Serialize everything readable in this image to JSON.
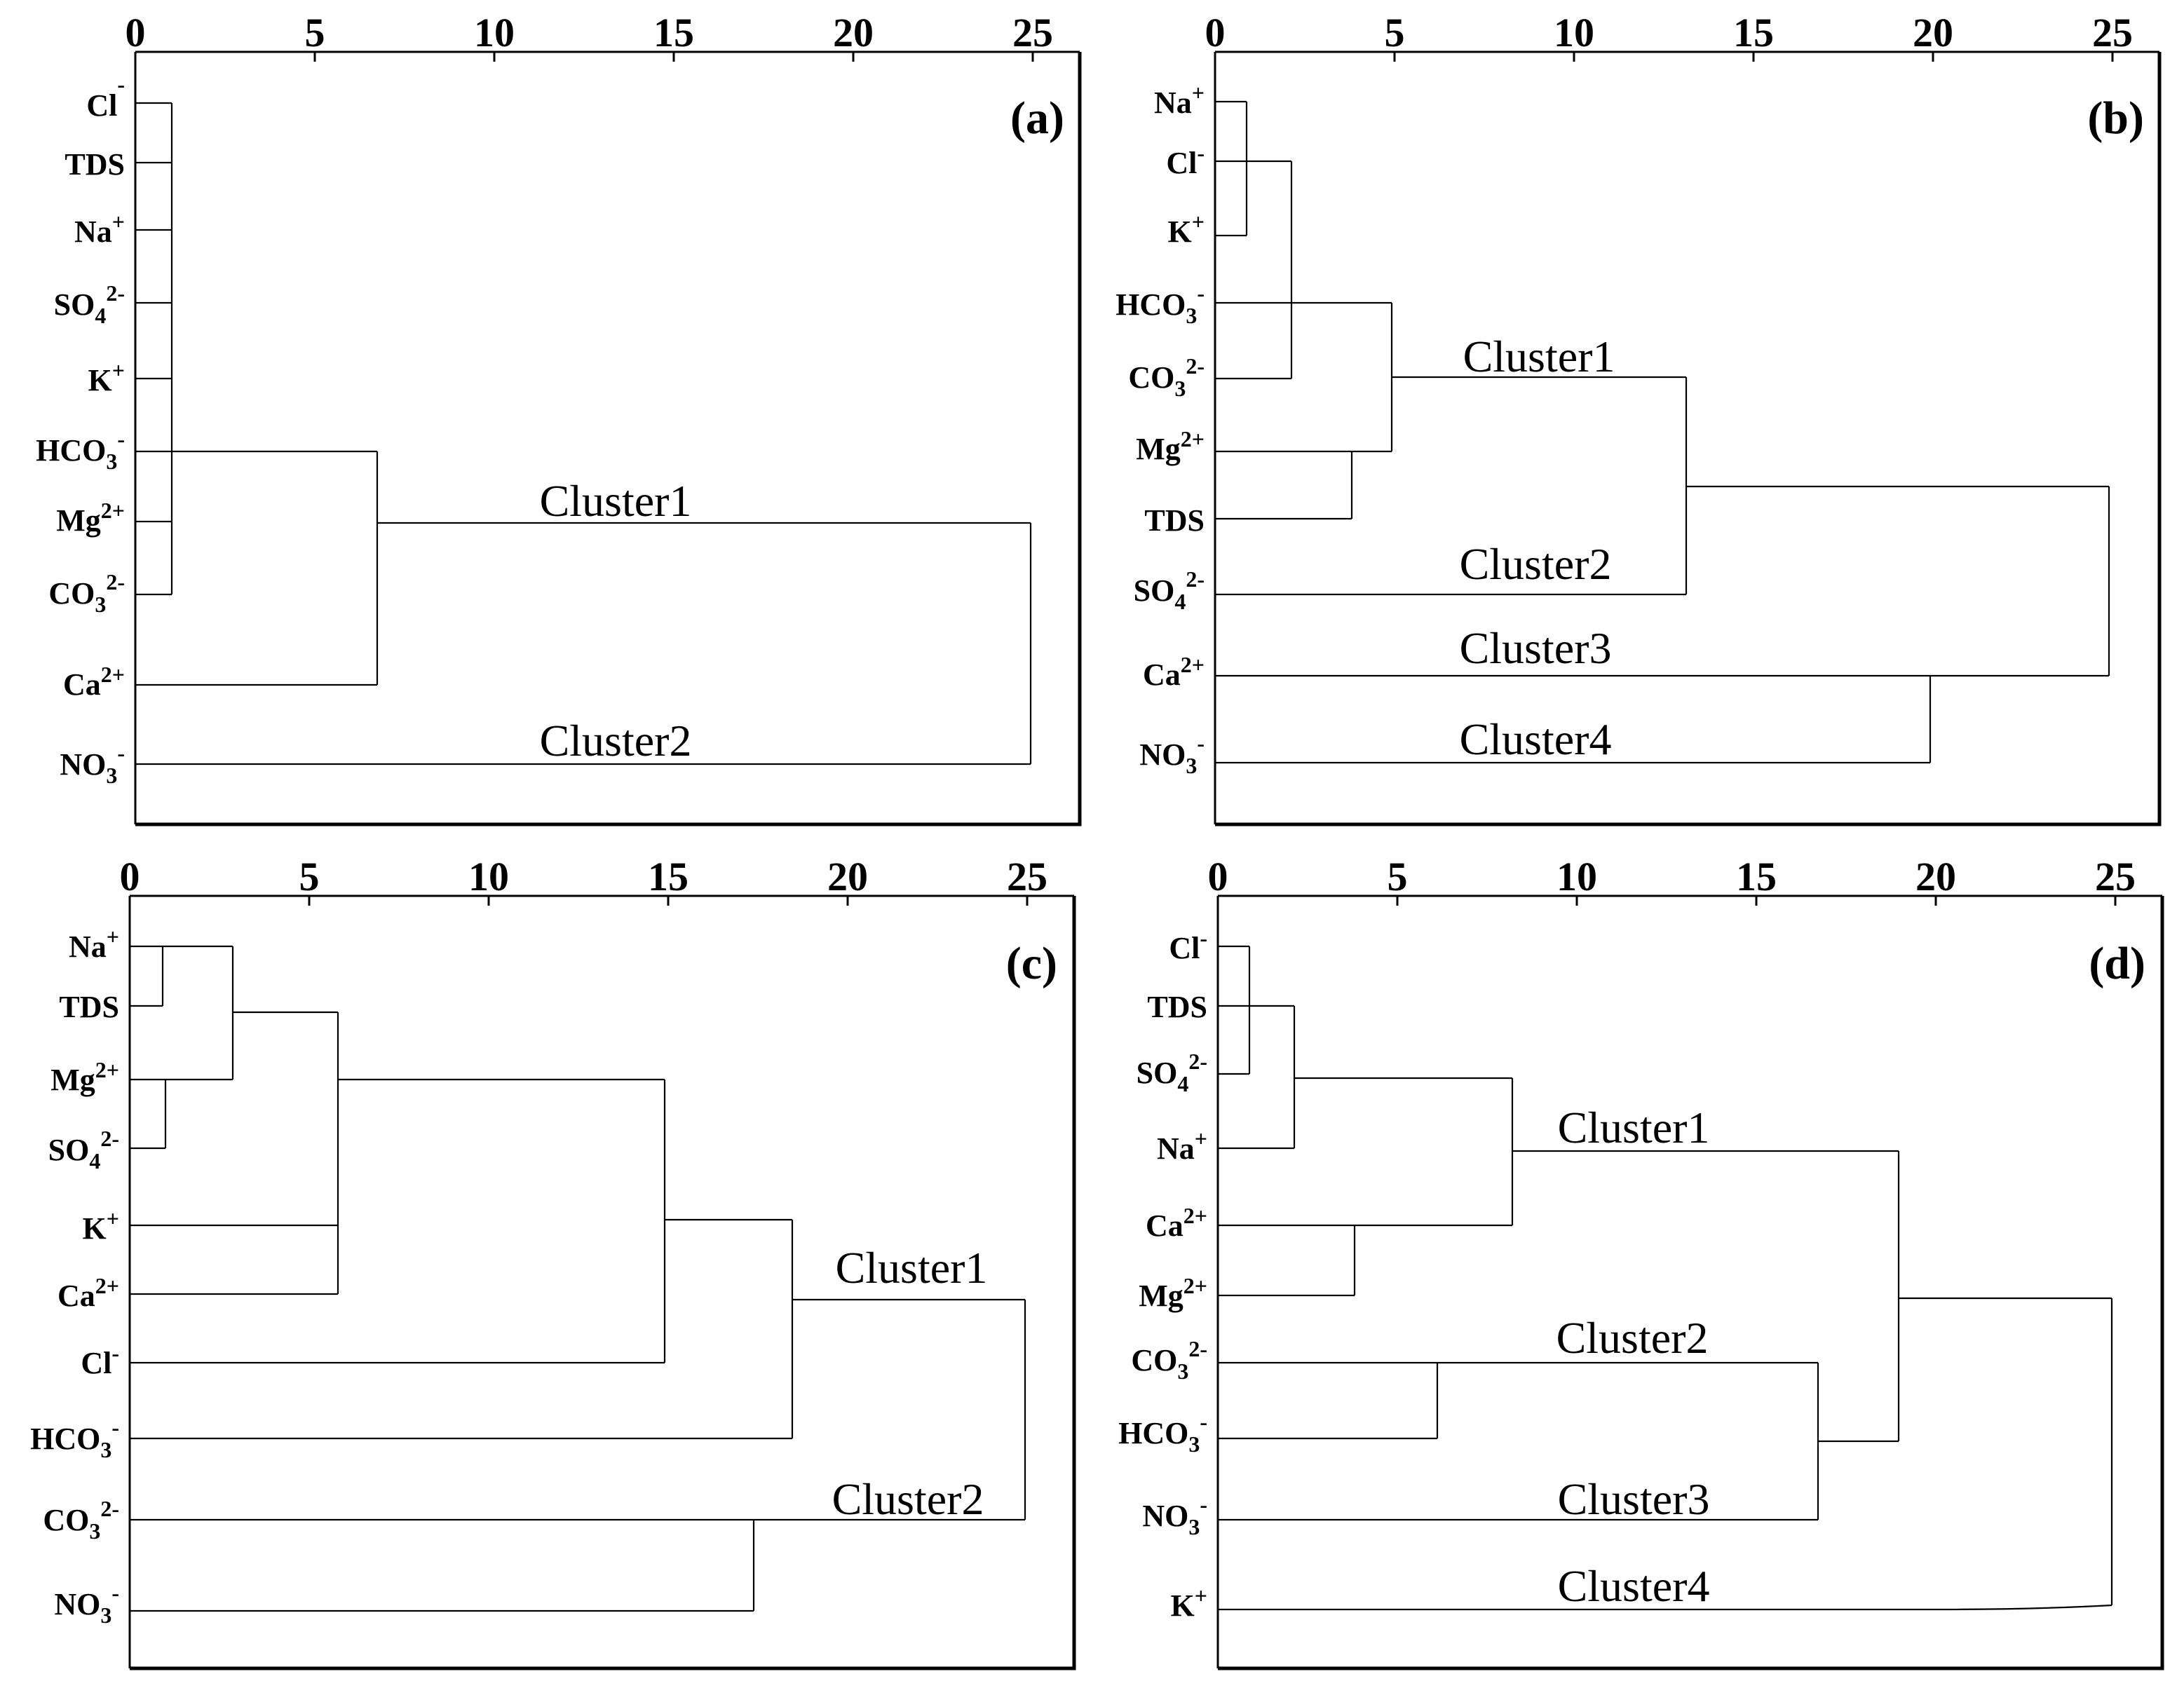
{
  "axis_ticks": [
    "0",
    "5",
    "10",
    "15",
    "20",
    "25"
  ],
  "panels": [
    {
      "tag": "(a)",
      "labels": [
        {
          "base": "Cl",
          "sub": "",
          "sup": "-"
        },
        {
          "base": "TDS",
          "sub": "",
          "sup": ""
        },
        {
          "base": "Na",
          "sub": "",
          "sup": "+"
        },
        {
          "base": "SO",
          "sub": "4",
          "sup": "2-"
        },
        {
          "base": "K",
          "sub": "",
          "sup": "+"
        },
        {
          "base": "HCO",
          "sub": "3",
          "sup": "-"
        },
        {
          "base": "Mg",
          "sub": "",
          "sup": "2+"
        },
        {
          "base": "CO",
          "sub": "3",
          "sup": "2-"
        },
        {
          "base": "Ca",
          "sub": "",
          "sup": "2+"
        },
        {
          "base": "NO",
          "sub": "3",
          "sup": "-"
        }
      ],
      "clusters": [
        "Cluster1",
        "Cluster2"
      ]
    },
    {
      "tag": "(b)",
      "labels": [
        {
          "base": "Na",
          "sub": "",
          "sup": "+"
        },
        {
          "base": "Cl",
          "sub": "",
          "sup": "-"
        },
        {
          "base": "K",
          "sub": "",
          "sup": "+"
        },
        {
          "base": "HCO",
          "sub": "3",
          "sup": "-"
        },
        {
          "base": "CO",
          "sub": "3",
          "sup": "2-"
        },
        {
          "base": "Mg",
          "sub": "",
          "sup": "2+"
        },
        {
          "base": "TDS",
          "sub": "",
          "sup": ""
        },
        {
          "base": "SO",
          "sub": "4",
          "sup": "2-"
        },
        {
          "base": "Ca",
          "sub": "",
          "sup": "2+"
        },
        {
          "base": "NO",
          "sub": "3",
          "sup": "-"
        }
      ],
      "clusters": [
        "Cluster1",
        "Cluster2",
        "Cluster3",
        "Cluster4"
      ]
    },
    {
      "tag": "(c)",
      "labels": [
        {
          "base": "Na",
          "sub": "",
          "sup": "+"
        },
        {
          "base": "TDS",
          "sub": "",
          "sup": ""
        },
        {
          "base": "Mg",
          "sub": "",
          "sup": "2+"
        },
        {
          "base": "SO",
          "sub": "4",
          "sup": "2-"
        },
        {
          "base": "K",
          "sub": "",
          "sup": "+"
        },
        {
          "base": "Ca",
          "sub": "",
          "sup": "2+"
        },
        {
          "base": "Cl",
          "sub": "",
          "sup": "-"
        },
        {
          "base": "HCO",
          "sub": "3",
          "sup": "-"
        },
        {
          "base": "CO",
          "sub": "3",
          "sup": "2-"
        },
        {
          "base": "NO",
          "sub": "3",
          "sup": "-"
        }
      ],
      "clusters": [
        "Cluster1",
        "Cluster2"
      ]
    },
    {
      "tag": "(d)",
      "labels": [
        {
          "base": "Cl",
          "sub": "",
          "sup": "-"
        },
        {
          "base": "TDS",
          "sub": "",
          "sup": ""
        },
        {
          "base": "SO",
          "sub": "4",
          "sup": "2-"
        },
        {
          "base": "Na",
          "sub": "",
          "sup": "+"
        },
        {
          "base": "Ca",
          "sub": "",
          "sup": "2+"
        },
        {
          "base": "Mg",
          "sub": "",
          "sup": "2+"
        },
        {
          "base": "CO",
          "sub": "3",
          "sup": "2-"
        },
        {
          "base": "HCO",
          "sub": "3",
          "sup": "-"
        },
        {
          "base": "NO",
          "sub": "3",
          "sup": "-"
        },
        {
          "base": "K",
          "sub": "",
          "sup": "+"
        }
      ],
      "clusters": [
        "Cluster1",
        "Cluster2",
        "Cluster3",
        "Cluster4"
      ]
    }
  ]
}
